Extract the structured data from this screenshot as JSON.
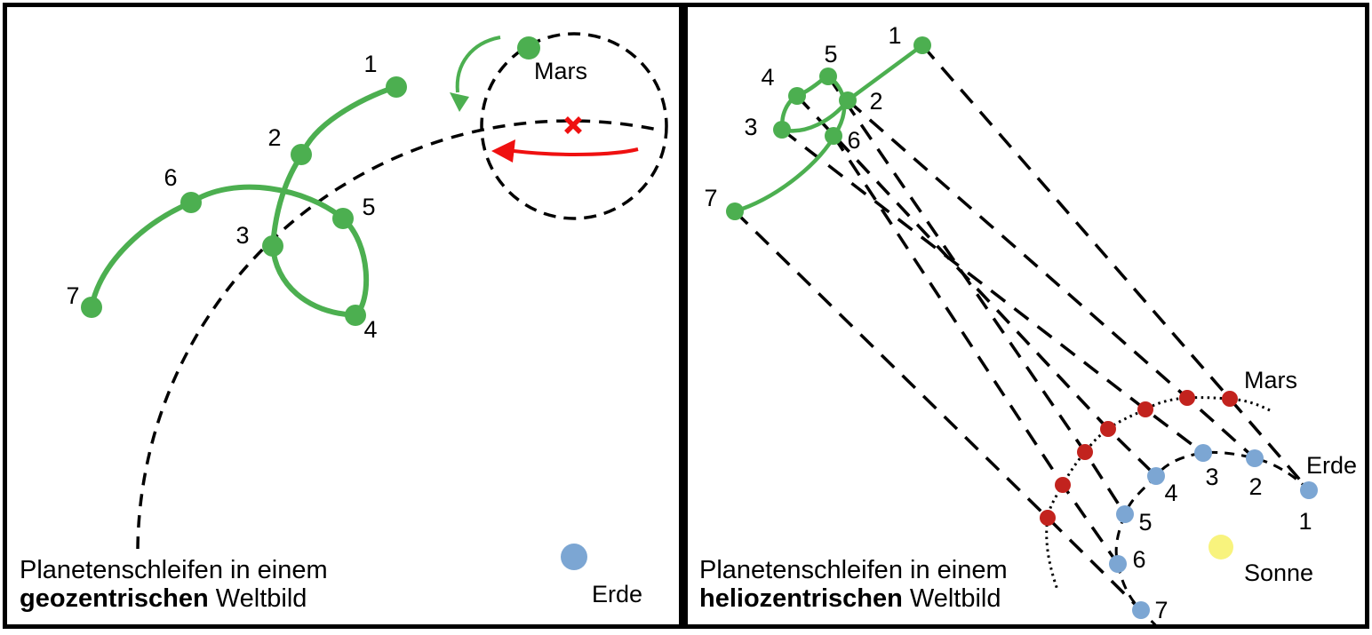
{
  "left_panel": {
    "caption": {
      "line1": "Planetenschleifen in einem",
      "bold": "geozentrischen",
      "rest": " Weltbild"
    },
    "labels": {
      "mars": "Mars",
      "erde": "Erde"
    },
    "points": [
      "1",
      "2",
      "3",
      "4",
      "5",
      "6",
      "7"
    ]
  },
  "right_panel": {
    "caption": {
      "line1": "Planetenschleifen in einem",
      "bold": "heliozentrischen",
      "rest": " Weltbild"
    },
    "labels": {
      "mars": "Mars",
      "erde": "Erde",
      "sonne": "Sonne"
    },
    "apparent_points": [
      "1",
      "2",
      "3",
      "4",
      "5",
      "6",
      "7"
    ],
    "earth_points": [
      "1",
      "2",
      "3",
      "4",
      "5",
      "6",
      "7"
    ]
  },
  "colors": {
    "green": "#4caf50",
    "bright_red": "#ef1010",
    "mars_red": "#c2231e",
    "earth_blue": "#7ca6d3",
    "sun_yellow": "#f8f37d",
    "line_black": "#000000"
  }
}
